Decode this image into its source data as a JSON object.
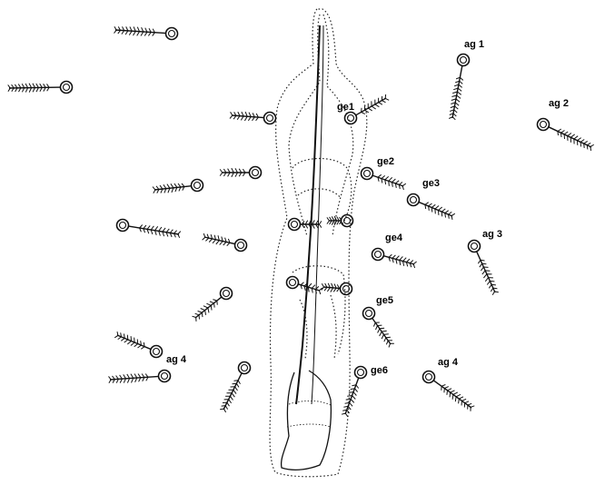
{
  "labels": {
    "ag1": "ag 1",
    "ag2": "ag 2",
    "ag3": "ag 3",
    "ag4_left": "ag 4",
    "ag4_right": "ag 4",
    "ge1": "ge1",
    "ge2": "ge2",
    "ge3": "ge3",
    "ge4": "ge4",
    "ge5": "ge5",
    "ge6": "ge6"
  },
  "colors": {
    "ink": "#000000",
    "background": "#ffffff"
  }
}
